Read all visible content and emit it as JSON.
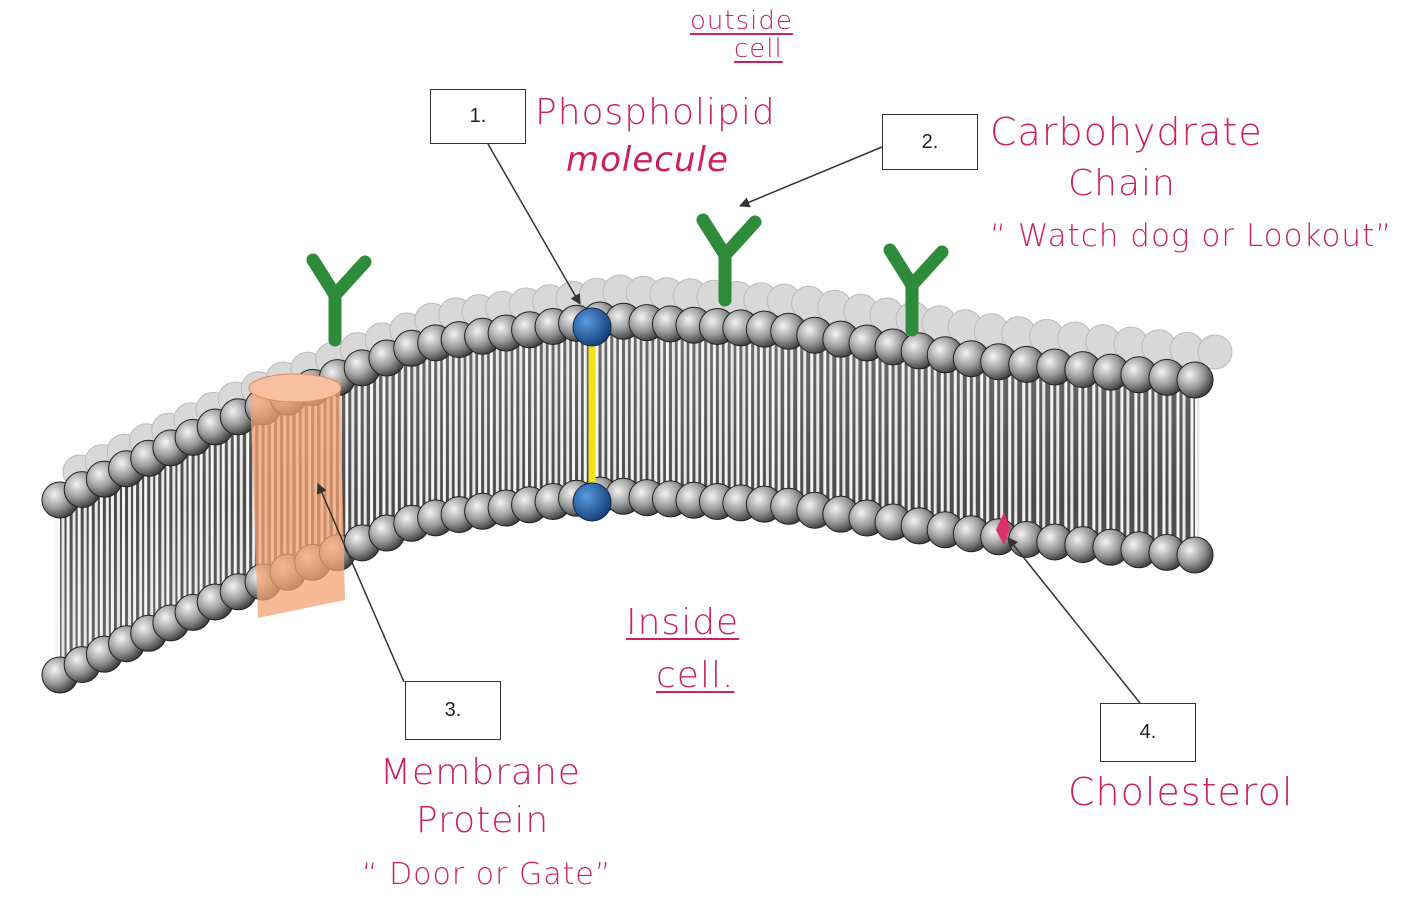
{
  "regions": {
    "outside_line1": "outside",
    "outside_line2": "cell",
    "inside_line1": "Inside",
    "inside_line2": "cell."
  },
  "labels": [
    {
      "number": "1.",
      "name": "Phospholipid",
      "name2": "molecule",
      "note": ""
    },
    {
      "number": "2.",
      "name": "Carbohydrate",
      "name2": "Chain",
      "note": "“ Watch dog or Lookout”"
    },
    {
      "number": "3.",
      "name": "Membrane",
      "name2": "Protein",
      "note": "“ Door or Gate”"
    },
    {
      "number": "4.",
      "name": "Cholesterol",
      "name2": "",
      "note": ""
    }
  ],
  "colors": {
    "ink": "#cc2255",
    "highlight_head": "#1f5fa8",
    "highlight_tail": "#f2e21a",
    "protein": "#f4a373",
    "carbohydrate": "#2e8b3a",
    "cholesterol": "#e0306a",
    "lipid_head": "#7a7a7a"
  }
}
